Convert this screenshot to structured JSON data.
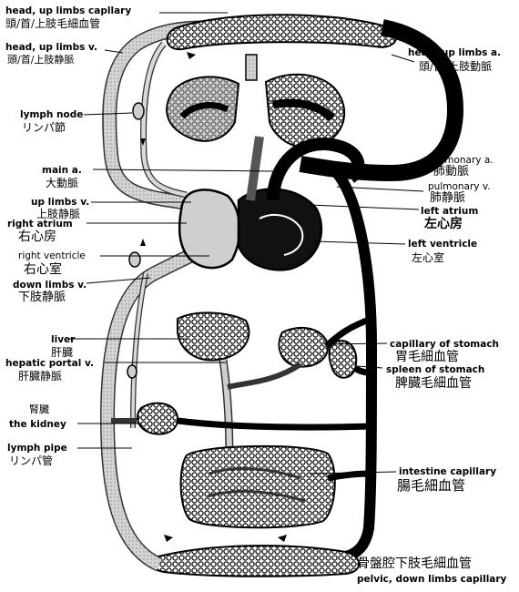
{
  "labels": {
    "head_up_limbs_capillary": {
      "en": "head, up limbs capllary",
      "jp": "頭/首/上肢毛細血管"
    },
    "head_up_limbs_v": {
      "en": "head, up limbs v.",
      "jp": "頭/首/上肢静脈"
    },
    "lymph_node": {
      "en": "lymph node",
      "jp": "リンパ節"
    },
    "main_a": {
      "en": "main a.",
      "jp": "大動脈"
    },
    "up_limbs_v": {
      "en": "up limbs v.",
      "jp": "上肢静脈"
    },
    "right_atrium": {
      "en": "right atrium",
      "jp": "右心房"
    },
    "right_ventricle": {
      "en": "right ventricle",
      "jp": "右心室"
    },
    "down_limbs_v": {
      "en": "down limbs v.",
      "jp": "下肢静脈"
    },
    "liver": {
      "en": "liver",
      "jp": "肝臓"
    },
    "hepatic_portal_v": {
      "en": "hepatic portal v.",
      "jp": "肝臓静脈"
    },
    "kidney": {
      "en": "the kidney",
      "jp": "腎臓"
    },
    "lymph_pipe": {
      "en": "lymph pipe",
      "jp": "リンパ管"
    },
    "head_up_limbs_a": {
      "en": "head, up limbs a.",
      "jp": "頭/首/上肢動脈"
    },
    "pulmonary_a": {
      "en": "pulmonary a.",
      "jp": "肺動脈"
    },
    "pulmonary_v": {
      "en": "pulmonary v.",
      "jp": "肺静脈"
    },
    "left_atrium": {
      "en": "left atrium",
      "jp": "左心房"
    },
    "left_ventricle": {
      "en": "left ventricle",
      "jp": "左心室"
    },
    "capillary_of_stomach": {
      "en": "capillary of stomach",
      "jp": "胃毛細血管"
    },
    "spleen_of_stomach": {
      "en": "spleen of stomach",
      "jp": "脾臓毛細血管"
    },
    "intestine_capillary": {
      "en": "intestine capillary",
      "jp": "腸毛細血管"
    },
    "pelvic_down_limbs_capillary": {
      "en": "pelvic, down limbs capillary",
      "jp": "骨盤腔下肢毛細血管"
    }
  }
}
